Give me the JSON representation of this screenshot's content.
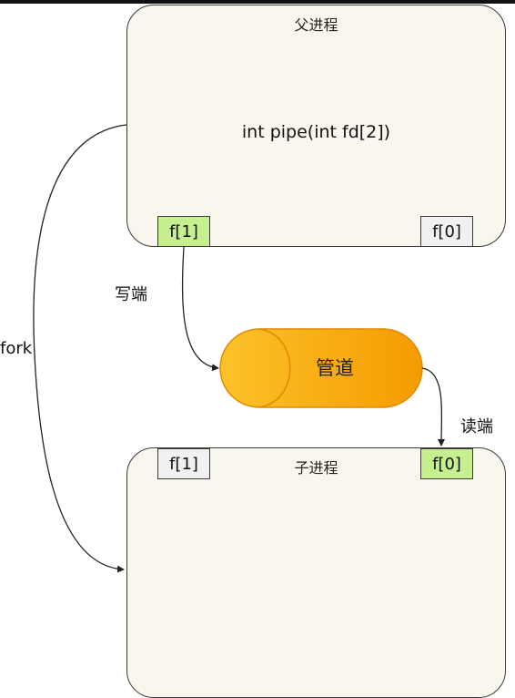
{
  "parent": {
    "title": "父进程",
    "code": "int pipe(int fd[2])",
    "fd_write": "f[1]",
    "fd_read": "f[0]"
  },
  "child": {
    "title": "子进程",
    "fd_write": "f[1]",
    "fd_read": "f[0]"
  },
  "pipe": {
    "label": "管道"
  },
  "labels": {
    "write_end": "写端",
    "read_end": "读端",
    "fork": "fork"
  },
  "colors": {
    "process_fill": "#f9f7ed",
    "fd_active": "#c6f08f",
    "fd_idle": "#f1f1f1",
    "pipe_light": "#fcc22a",
    "pipe_dark": "#f59b00"
  }
}
